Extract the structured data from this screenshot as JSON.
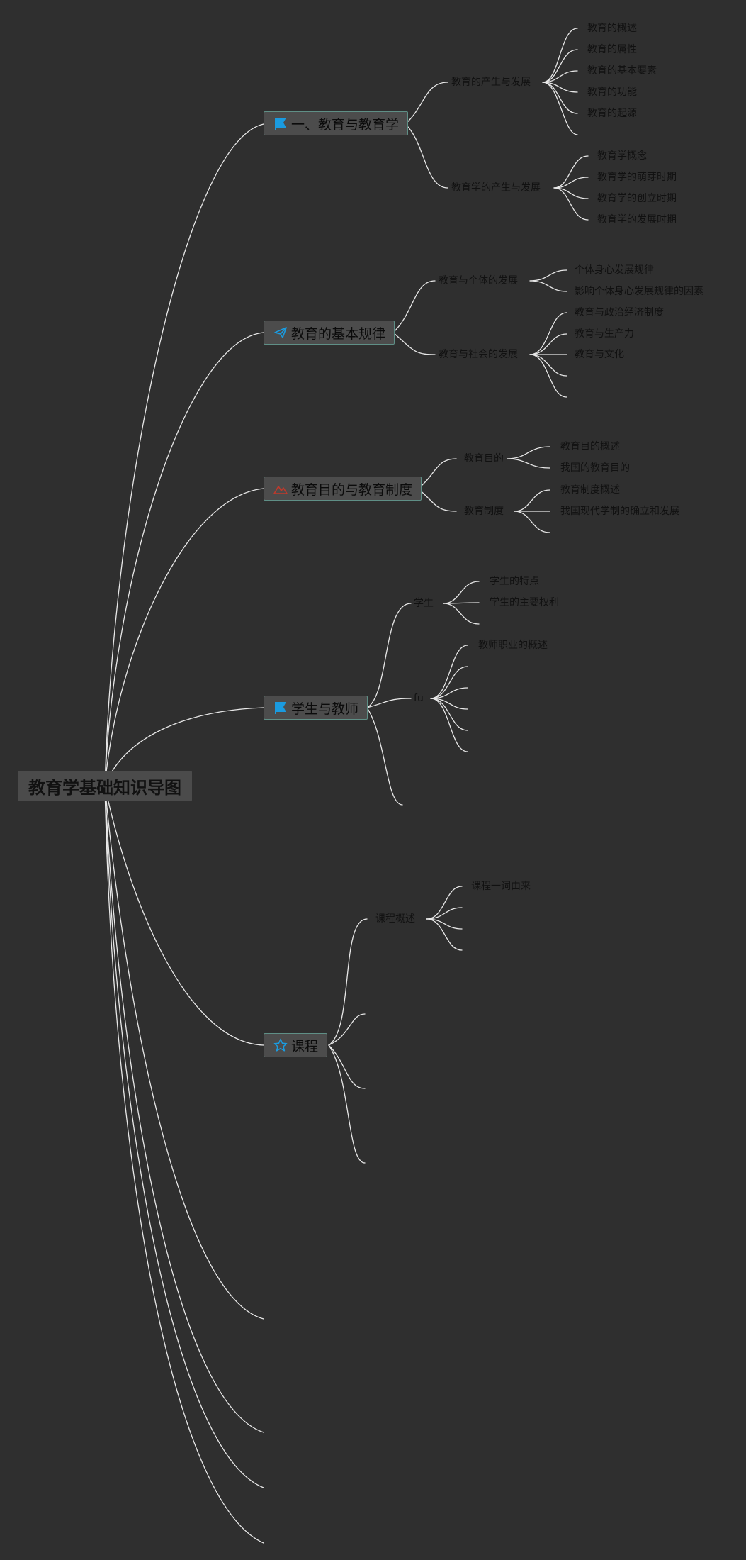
{
  "root": {
    "label": "教育学基础知识导图"
  },
  "topics": [
    {
      "label": "一、教育与教育学",
      "icon": "flag-icon",
      "children": [
        {
          "label": "教育的产生与发展",
          "children": [
            "教育的概述",
            "教育的属性",
            "教育的基本要素",
            "教育的功能",
            "教育的起源"
          ]
        },
        {
          "label": "教育学的产生与发展",
          "children": [
            "教育学概念",
            "教育学的萌芽时期",
            "教育学的创立时期",
            "教育学的发展时期"
          ]
        }
      ]
    },
    {
      "label": "教育的基本规律",
      "icon": "paper-plane-icon",
      "children": [
        {
          "label": "教育与个体的发展",
          "children": [
            "个体身心发展规律",
            "影响个体身心发展规律的因素"
          ]
        },
        {
          "label": "教育与社会的发展",
          "children": [
            "教育与政治经济制度",
            "教育与生产力",
            "教育与文化"
          ]
        }
      ]
    },
    {
      "label": "教育目的与教育制度",
      "icon": "mountain-icon",
      "children": [
        {
          "label": "教育目的",
          "children": [
            "教育目的概述",
            "我国的教育目的"
          ]
        },
        {
          "label": "教育制度",
          "children": [
            "教育制度概述",
            "我国现代学制的确立和发展"
          ]
        }
      ]
    },
    {
      "label": "学生与教师",
      "icon": "flag-icon",
      "children": [
        {
          "label": "学生",
          "children": [
            "学生的特点",
            "学生的主要权利"
          ]
        },
        {
          "label": "fu",
          "children": [
            "教师职业的概述"
          ]
        }
      ]
    },
    {
      "label": "课程",
      "icon": "star-icon",
      "children": [
        {
          "label": "课程概述",
          "children": [
            "课程一词由来"
          ]
        }
      ]
    }
  ],
  "colors": {
    "background": "#2f2f2f",
    "line": "#e8e8e8",
    "topic_fill": "#4c4c4c",
    "topic_border": "#5f8f86",
    "flag_blue": "#1a9be0",
    "mountain_red": "#c0392b"
  }
}
